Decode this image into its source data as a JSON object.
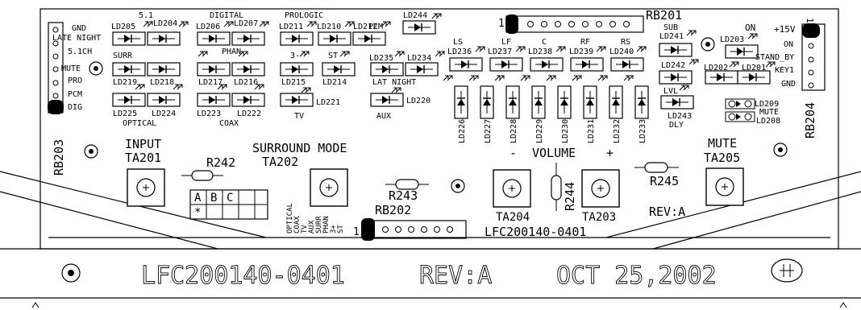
{
  "board": {
    "rb201": "RB201",
    "rb202": "RB202",
    "rb203": "RB203",
    "rb204": "RB204",
    "pin1": "1",
    "title_part": "LFC200140-0401",
    "rev_small": "REV:A",
    "footer_part": "LFC200140-0401",
    "footer_rev": "REV:A",
    "footer_date": "OCT 25,2002"
  },
  "left_header": {
    "pins": [
      "GND",
      "LATE NIGHT",
      "5.1CH",
      "MUTE",
      "PRO",
      "PCM",
      "DIG"
    ]
  },
  "right_header": {
    "pins": [
      "+15V",
      "ON",
      "STAND_BY",
      "KEY1",
      "GND"
    ]
  },
  "sections": {
    "digital": "DIGITAL",
    "prologic": "PROLOGIC",
    "phan": "PHAN",
    "coax": "COAX",
    "optical": "OPTICAL",
    "surr": "SURR",
    "tv": "TV",
    "aux": "AUX",
    "lat_night": "LAT NIGHT",
    "sub": "SUB",
    "on": "ON",
    "lvl": "LVL",
    "dly": "DLY",
    "mute_small": "MUTE",
    "five_one": "5.1",
    "three_minus": "3-",
    "st": "ST",
    "pcm": "PCM"
  },
  "channels": [
    "LS",
    "LF",
    "C",
    "RF",
    "RS"
  ],
  "leds": {
    "ld205": "LD205",
    "ld204": "LD204",
    "ld206": "LD206",
    "ld207": "LD207",
    "ld211": "LD211",
    "ld210": "LD210",
    "ld212": "LD212",
    "ld244": "LD244",
    "ld219": "LD219",
    "ld218": "LD218",
    "ld217": "LD217",
    "ld216": "LD216",
    "ld215": "LD215",
    "ld214": "LD214",
    "ld235": "LD235",
    "ld234": "LD234",
    "ld225": "LD225",
    "ld224": "LD224",
    "ld223": "LD223",
    "ld222": "LD222",
    "ld221": "LD221",
    "ld220": "LD220",
    "ld236": "LD236",
    "ld237": "LD237",
    "ld238": "LD238",
    "ld239": "LD239",
    "ld240": "LD240",
    "ld241": "LD241",
    "ld242": "LD242",
    "ld243": "LD243",
    "ld203": "LD203",
    "ld202": "LD202",
    "ld201": "LD201",
    "ld209": "LD209",
    "ld208": "LD208",
    "vertical": [
      "LD226",
      "LD227",
      "LD228",
      "LD229",
      "LD230",
      "LD231",
      "LD232",
      "LD233"
    ]
  },
  "switches": {
    "input_title": "INPUT",
    "ta201": "TA201",
    "surround_title": "SURROUND MODE",
    "ta202": "TA202",
    "volume_title": "VOLUME",
    "vol_minus": "-",
    "vol_plus": "+",
    "ta204": "TA204",
    "ta203": "TA203",
    "mute_title": "MUTE",
    "ta205": "TA205"
  },
  "resistors": {
    "r242": "R242",
    "r243": "R243",
    "r244": "R244",
    "r245": "R245"
  },
  "jumper": {
    "cols": [
      "A",
      "B",
      "C"
    ],
    "mark": "*"
  },
  "mode_list": [
    "OPTICAL",
    "COAX",
    "TV",
    "AUX",
    "SURR",
    "PHAN",
    "3+",
    "ST"
  ]
}
